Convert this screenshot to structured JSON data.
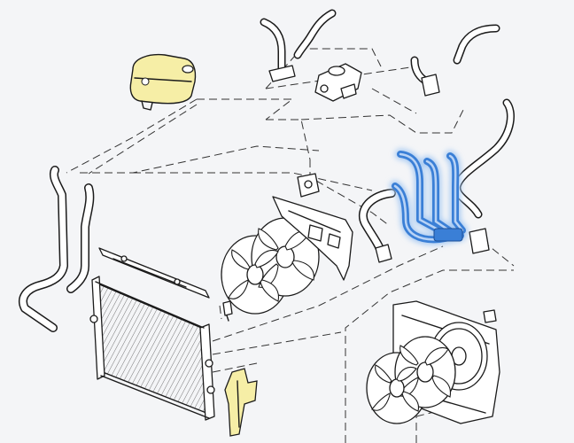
{
  "diagram": {
    "highlight_color": "#3a7fd6",
    "highlight_glow": "#9cc4f2",
    "accent_yellow": "#f6eea6",
    "line_color": "#1b1b1b",
    "background": "#f4f5f7",
    "highlighted_part": "coolant-pipe-assembly",
    "parts": [
      "expansion-tank",
      "thermostat-housing",
      "radiator",
      "cooling-fan-assembly",
      "fan-shroud-assembly",
      "coolant-hoses",
      "coolant-pipe-assembly",
      "mounting-bracket"
    ]
  }
}
